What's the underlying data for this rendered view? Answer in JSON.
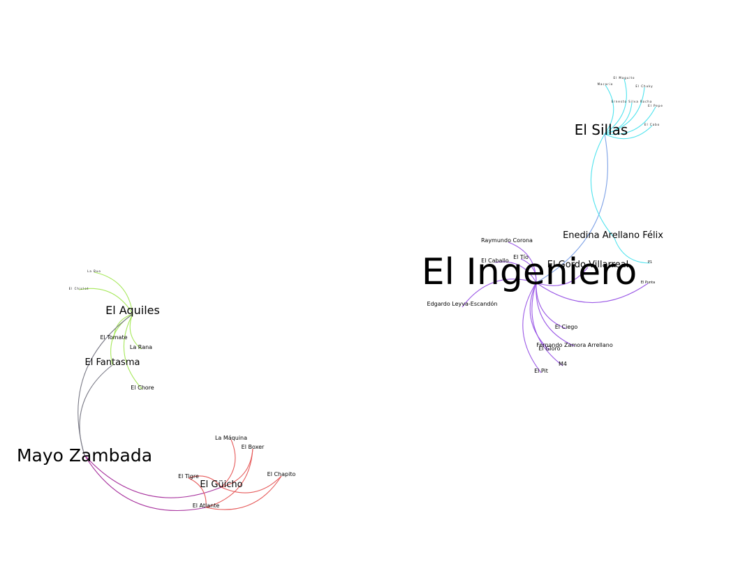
{
  "graph": {
    "type": "network",
    "nodes": [
      {
        "id": "ingeniero",
        "label": "El Ingeniero",
        "hub": true
      },
      {
        "id": "sillas",
        "label": "El Sillas"
      },
      {
        "id": "enedina",
        "label": "Enedina Arellano Félix"
      },
      {
        "id": "gordo",
        "label": "El Gordo Villarreal"
      },
      {
        "id": "raymundo",
        "label": "Raymundo Corona"
      },
      {
        "id": "tio",
        "label": "El Tío"
      },
      {
        "id": "caballo",
        "label": "El Caballo"
      },
      {
        "id": "edgardo",
        "label": "Edgardo Leyva-Escandón"
      },
      {
        "id": "ciego",
        "label": "El Ciego"
      },
      {
        "id": "fernando",
        "label": "Fernando Zamora Arrellano"
      },
      {
        "id": "gloro",
        "label": "El Gloro"
      },
      {
        "id": "m4",
        "label": "M4"
      },
      {
        "id": "pit",
        "label": "El Pit"
      },
      {
        "id": "p1",
        "label": "P1"
      },
      {
        "id": "punta",
        "label": "El Punta"
      },
      {
        "id": "maguito",
        "label": "El Maguito"
      },
      {
        "id": "macario",
        "label": "Macario"
      },
      {
        "id": "chuky",
        "label": "El Chuky"
      },
      {
        "id": "ernesto",
        "label": "Ernesto Silva Rocha"
      },
      {
        "id": "pepe",
        "label": "El Pepe"
      },
      {
        "id": "cabo",
        "label": "El Cabo"
      },
      {
        "id": "aquiles",
        "label": "El Aquiles"
      },
      {
        "id": "labuo",
        "label": "La Buo"
      },
      {
        "id": "chiclot",
        "label": "El Chiclot"
      },
      {
        "id": "tomate",
        "label": "El Tomate"
      },
      {
        "id": "rana",
        "label": "La Rana"
      },
      {
        "id": "fantasma",
        "label": "El Fantasma"
      },
      {
        "id": "chore",
        "label": "El Chore"
      },
      {
        "id": "mayo",
        "label": "Mayo Zambada",
        "hub": true
      },
      {
        "id": "maquina",
        "label": "La Máquina"
      },
      {
        "id": "boxer",
        "label": "El Boxer"
      },
      {
        "id": "chapito",
        "label": "El Chapito"
      },
      {
        "id": "tigre",
        "label": "El Tigre"
      },
      {
        "id": "guicho",
        "label": "El Güicho"
      },
      {
        "id": "atlante",
        "label": "El Atlante"
      }
    ],
    "edges": [
      [
        "ingeniero",
        "sillas"
      ],
      [
        "sillas",
        "enedina"
      ],
      [
        "enedina",
        "p1"
      ],
      [
        "sillas",
        "maguito"
      ],
      [
        "sillas",
        "macario"
      ],
      [
        "sillas",
        "chuky"
      ],
      [
        "sillas",
        "ernesto"
      ],
      [
        "sillas",
        "pepe"
      ],
      [
        "sillas",
        "cabo"
      ],
      [
        "ingeniero",
        "raymundo"
      ],
      [
        "ingeniero",
        "tio"
      ],
      [
        "ingeniero",
        "caballo"
      ],
      [
        "ingeniero",
        "gordo"
      ],
      [
        "ingeniero",
        "edgardo"
      ],
      [
        "ingeniero",
        "ciego"
      ],
      [
        "ingeniero",
        "fernando"
      ],
      [
        "ingeniero",
        "gloro"
      ],
      [
        "ingeniero",
        "m4"
      ],
      [
        "ingeniero",
        "pit"
      ],
      [
        "ingeniero",
        "punta"
      ],
      [
        "aquiles",
        "labuo"
      ],
      [
        "aquiles",
        "chiclot"
      ],
      [
        "aquiles",
        "tomate"
      ],
      [
        "aquiles",
        "rana"
      ],
      [
        "aquiles",
        "fantasma"
      ],
      [
        "aquiles",
        "chore"
      ],
      [
        "aquiles",
        "mayo"
      ],
      [
        "fantasma",
        "mayo"
      ],
      [
        "mayo",
        "guicho"
      ],
      [
        "mayo",
        "atlante"
      ],
      [
        "guicho",
        "maquina"
      ],
      [
        "guicho",
        "boxer"
      ],
      [
        "guicho",
        "chapito"
      ],
      [
        "guicho",
        "tigre"
      ],
      [
        "atlante",
        "tigre"
      ],
      [
        "atlante",
        "boxer"
      ],
      [
        "atlante",
        "chapito"
      ]
    ]
  },
  "colors": {
    "cyan": "#4fe3ee",
    "blue": "#7da1e6",
    "purple": "#9b59e6",
    "green": "#a6e85a",
    "gray": "#7a7a86",
    "magenta": "#a8339e",
    "red": "#e65a5a"
  }
}
